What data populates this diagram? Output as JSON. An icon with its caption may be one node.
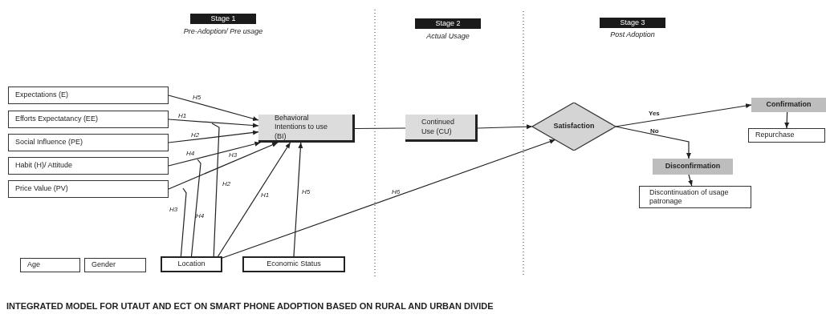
{
  "diagram": {
    "title": "INTEGRATED MODEL FOR UTAUT AND ECT ON SMART PHONE ADOPTION BASED ON RURAL AND URBAN DIVIDE",
    "nodes": [
      {
        "text": [
          "Stage 1"
        ],
        "beside": [
          "Pre-Adoption/ Pre usage"
        ]
      },
      {
        "text": [
          "Stage 2"
        ],
        "beside": [
          "Actual Usage"
        ]
      },
      {
        "text": [
          "Stage 3"
        ],
        "beside": [
          "Post Adoption"
        ]
      },
      {
        "text": [
          "Expectations (E)"
        ]
      },
      {
        "text": [
          "Efforts Expectatancy (EE)"
        ]
      },
      {
        "text": [
          "Social Influence (PE)"
        ]
      },
      {
        "text": [
          "Habit (H)/ Attitude"
        ]
      },
      {
        "text": [
          "Price Value (PV)"
        ]
      },
      {
        "text": [
          "Behavioral Intentions to use (BI)"
        ]
      },
      {
        "text": [
          "Continued Use (CU)"
        ]
      },
      {
        "text": [
          "Satisfaction"
        ]
      },
      {
        "text": [
          "Confirmation"
        ]
      },
      {
        "text": [
          "Repurchase"
        ]
      },
      {
        "text": [
          "Disconfirmation"
        ]
      },
      {
        "text": [
          "Discontinuation of usage patronage"
        ]
      },
      {
        "text": [
          "Age"
        ]
      },
      {
        "text": [
          "Gender"
        ]
      },
      {
        "text": [
          "Location"
        ]
      },
      {
        "text": [
          "Economic Status"
        ]
      }
    ],
    "edges": [
      {
        "from": 3,
        "to": 8,
        "arrow": "to",
        "label": "H5"
      },
      {
        "from": 4,
        "to": 8,
        "arrow": "to",
        "label": "H1"
      },
      {
        "from": 5,
        "to": 8,
        "arrow": "to",
        "label": "H2"
      },
      {
        "from": 6,
        "to": 8,
        "arrow": "to",
        "label": "H4"
      },
      {
        "from": 7,
        "to": 8,
        "arrow": "to",
        "label": "H3"
      },
      {
        "from": 17,
        "to": null,
        "arrow": "none",
        "label": "H3"
      },
      {
        "from": 17,
        "to": null,
        "arrow": "none",
        "label": "H4"
      },
      {
        "from": 17,
        "to": null,
        "arrow": "none",
        "label": "H2"
      },
      {
        "from": 17,
        "to": 8,
        "arrow": "to",
        "label": "H1"
      },
      {
        "from": 18,
        "to": 8,
        "arrow": "to",
        "label": "H5"
      },
      {
        "from": 17,
        "to": 10,
        "arrow": "to",
        "label": "H6"
      },
      {
        "from": 8,
        "to": 9,
        "arrow": "none"
      },
      {
        "from": 9,
        "to": 10,
        "arrow": "to"
      },
      {
        "from": 10,
        "to": 11,
        "arrow": "to",
        "label": "Yes"
      },
      {
        "from": 10,
        "to": 13,
        "arrow": "to",
        "label": "No"
      },
      {
        "from": 11,
        "to": 12,
        "arrow": "to"
      },
      {
        "from": 13,
        "to": 14,
        "arrow": "to"
      }
    ]
  }
}
